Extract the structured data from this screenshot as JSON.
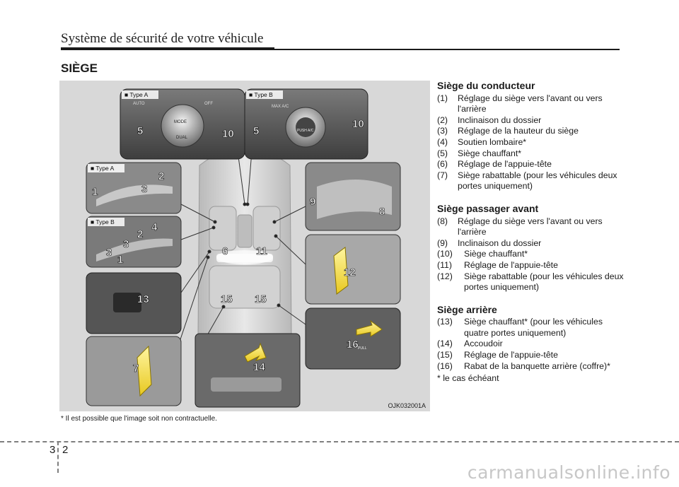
{
  "header": {
    "title": "Système de sécurité de votre véhicule"
  },
  "section_title": "SIÈGE",
  "figure": {
    "code": "OJK032001A",
    "type_labels": [
      "■ Type A",
      "■ Type B",
      "■ Type A",
      "■ Type B"
    ],
    "panel_texts": {
      "mode": "MODE",
      "dual": "DUAL",
      "auto": "AUTO",
      "off": "OFF",
      "max_ac": "MAX A/C",
      "push_ac": "PUSH A/C",
      "pull": "PULL"
    },
    "callouts": [
      "5",
      "10",
      "5",
      "10",
      "2",
      "1",
      "3",
      "4",
      "2",
      "3",
      "3",
      "1",
      "13",
      "7",
      "6",
      "11",
      "15",
      "15",
      "14",
      "9",
      "8",
      "12",
      "16"
    ]
  },
  "disclaimer": "* Il est possible que l'image soit non contractuelle.",
  "sections": [
    {
      "title": "Siège du conducteur",
      "items": [
        {
          "num": "(1)",
          "text": "Réglage du siège vers l'avant ou vers l'arrière"
        },
        {
          "num": "(2)",
          "text": "Inclinaison du dossier"
        },
        {
          "num": "(3)",
          "text": "Réglage de la hauteur du siège"
        },
        {
          "num": "(4)",
          "text": "Soutien lombaire*"
        },
        {
          "num": "(5)",
          "text": "Siège chauffant*"
        },
        {
          "num": "(6)",
          "text": "Réglage de l'appuie-tête"
        },
        {
          "num": "(7)",
          "text": "Siège rabattable (pour les véhicules deux portes uniquement)"
        }
      ]
    },
    {
      "title": "Siège passager avant",
      "items": [
        {
          "num": "(8)",
          "text": "Réglage du siège vers l'avant ou vers l'arrière"
        },
        {
          "num": "(9)",
          "text": "Inclinaison du dossier"
        },
        {
          "num": "(10)",
          "text": "Siège chauffant*"
        },
        {
          "num": "(11)",
          "text": "Réglage de l'appuie-tête"
        },
        {
          "num": "(12)",
          "text": "Siège rabattable (pour les véhicules deux portes uniquement)"
        }
      ]
    },
    {
      "title": "Siège arrière",
      "items": [
        {
          "num": "(13)",
          "text": "Siège chauffant* (pour les véhicules quatre portes uniquement)"
        },
        {
          "num": "(14)",
          "text": "Accoudoir"
        },
        {
          "num": "(15)",
          "text": "Réglage de l'appuie-tête"
        },
        {
          "num": "(16)",
          "text": "Rabat de la banquette arrière (coffre)*"
        }
      ]
    }
  ],
  "footnote": "* le cas échéant",
  "footer": {
    "page_left": "3",
    "page_right": "2",
    "watermark": "carmanualsonline.info"
  }
}
